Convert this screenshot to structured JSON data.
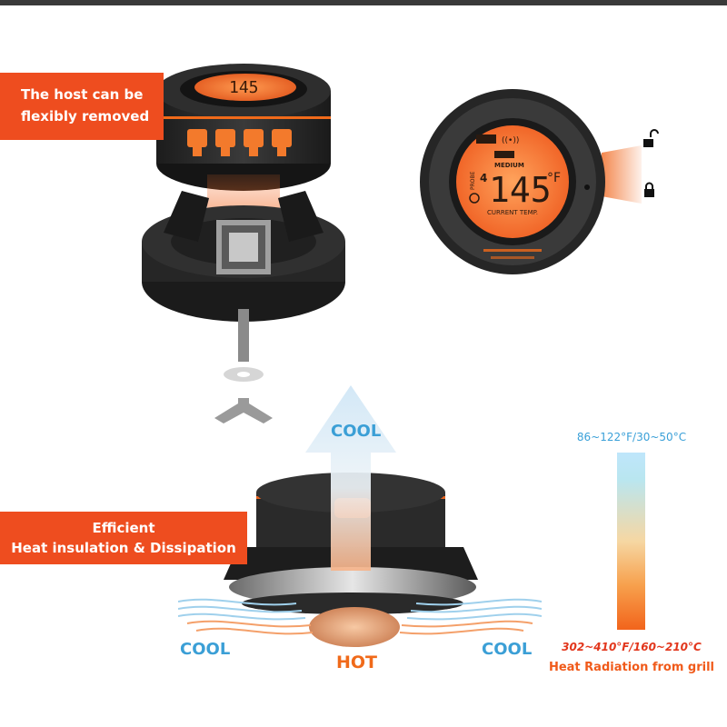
{
  "callouts": {
    "removable_line1": "The host can be",
    "removable_line2": "flexibly removed",
    "insulation_line1": "Efficient",
    "insulation_line2": "Heat insulation & Dissipation"
  },
  "display": {
    "temperature": "145",
    "unit": "°F",
    "doneness": "MEDIUM",
    "current_temp_label": "CURRENT TEMP.",
    "probe_label": "PROBE",
    "probe_number": "4",
    "top_unit_temperature": "145"
  },
  "airflow": {
    "cool_top": "COOL",
    "cool_left": "COOL",
    "cool_right": "COOL",
    "hot": "HOT"
  },
  "temperature_scale": {
    "low_range": "86~122°F/30~50°C",
    "high_range": "302~410°F/160~210°C",
    "caption": "Heat Radiation from grill",
    "cool_color": "#bfe6fb",
    "hot_color": "#f2641c"
  },
  "lock": {
    "unlocked_icon": "unlock-icon",
    "locked_icon": "lock-icon"
  },
  "colors": {
    "accent": "#ee4d1f",
    "cool_text": "#3b9fd6",
    "hot_text": "#f06a1a",
    "device_body": "#2b2b2b"
  }
}
